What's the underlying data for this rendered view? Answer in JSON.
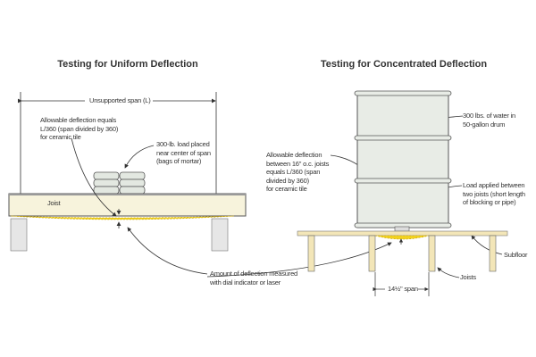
{
  "left": {
    "title": "Testing for Uniform Deflection",
    "span_label": "Unsupported span (L)",
    "allowable_label": "Allowable deflection equals\nL/360 (span divided by 360)\nfor ceramic tile",
    "load_label": "300-lb. load placed\nnear center of span\n(bags of mortar)",
    "joist_label": "Joist"
  },
  "right": {
    "title": "Testing for Concentrated Deflection",
    "drum_label": "300 lbs. of water in\n50-gallon drum",
    "allowable_label": "Allowable deflection\nbetween 16\" o.c. joists\nequals L/360 (span\ndivided by 360)\nfor ceramic tile",
    "load_label": "Load applied between\ntwo joists (short length\nof blocking or pipe)",
    "subfloor_label": "Subfloor",
    "joists_label": "Joists",
    "span_label": "14½\" span"
  },
  "shared": {
    "measure_label": "Amount of deflection measured\nwith dial indicator or laser"
  },
  "colors": {
    "joist": "#f7f3dc",
    "deflection": "#f2d21f",
    "drum": "#e8ece6",
    "subfloor": "#f3e6b8",
    "pier": "#e6e6e6"
  }
}
